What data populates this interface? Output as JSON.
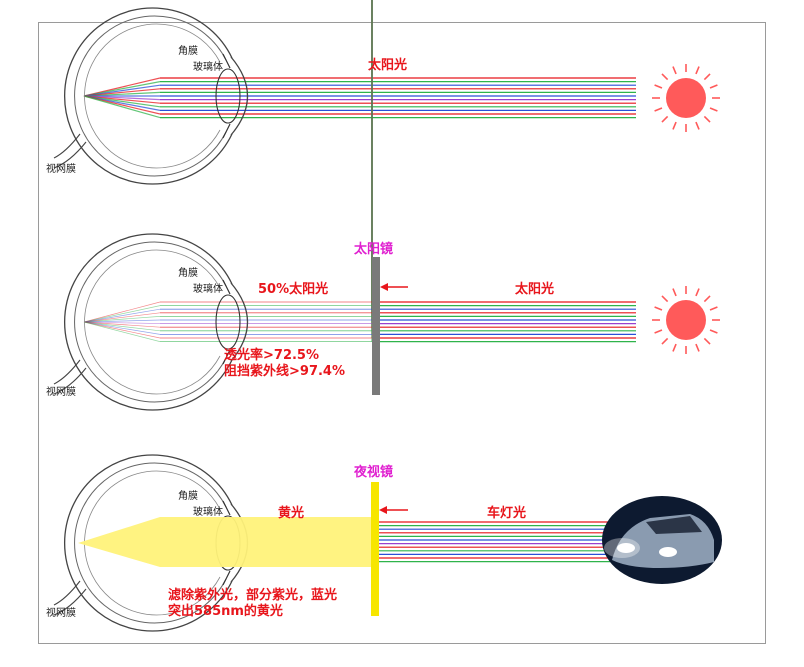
{
  "panels": [
    {
      "anatomy": {
        "cornea": "角膜",
        "vitreous": "玻璃体",
        "retina": "视网膜"
      },
      "source_label": "太阳光"
    },
    {
      "anatomy": {
        "cornea": "角膜",
        "vitreous": "玻璃体",
        "retina": "视网膜"
      },
      "lens_label": "太阳镜",
      "output_label": "50%太阳光",
      "source_label": "太阳光",
      "notes": [
        "透光率>72.5%",
        "阻挡紫外线>97.4%"
      ]
    },
    {
      "anatomy": {
        "cornea": "角膜",
        "vitreous": "玻璃体",
        "retina": "视网膜"
      },
      "lens_label": "夜视镜",
      "output_label": "黄光",
      "source_label": "车灯光",
      "notes": [
        "滤除紫外光，部分紫光，蓝光",
        "突出585nm的黄光"
      ]
    }
  ],
  "colors": {
    "text_red": "#e8161c",
    "lens_label": "#e020d0",
    "sunglass_lens": "#7a7a7a",
    "night_lens": "#f7e600",
    "sun": "#ff5a5a",
    "yellow_light": "#fff27a",
    "ray_colors": [
      "#e8161c",
      "#2fb34a",
      "#2a4fd8",
      "#e8161c",
      "#2fb34a",
      "#2a4fd8",
      "#9b3fd0",
      "#e8161c",
      "#2fb34a",
      "#2a4fd8",
      "#e8161c",
      "#2fb34a"
    ]
  }
}
